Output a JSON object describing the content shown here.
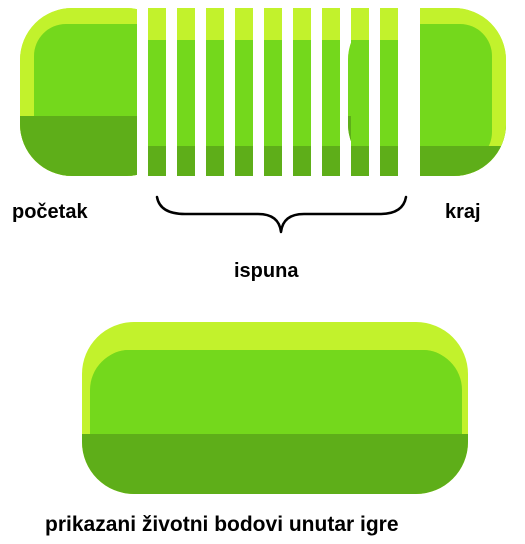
{
  "labels": {
    "start": "početak",
    "end": "kraj",
    "fill": "ispuna",
    "caption": "prikazani životni bodovi unutar igre"
  },
  "colors": {
    "highlight": "#c2f22c",
    "main": "#74d81c",
    "shadow": "#5eae19",
    "text": "#000000"
  }
}
